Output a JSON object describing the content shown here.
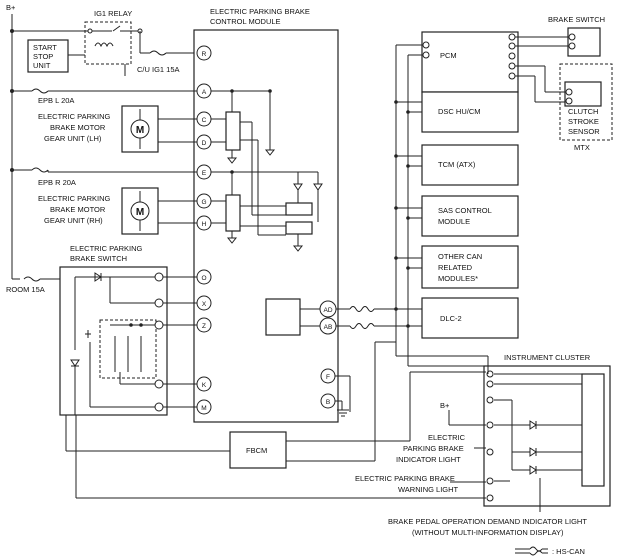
{
  "supply": {
    "bplus_top": "B+",
    "bplus_cluster": "B+"
  },
  "ig1_relay": {
    "title": "IG1 RELAY"
  },
  "start_stop_unit": {
    "line1": "START",
    "line2": "STOP",
    "line3": "UNIT"
  },
  "fuses": {
    "cu_ig1": "C/U IG1 15A",
    "epb_l": "EPB L 20A",
    "epb_r": "EPB R 20A",
    "room": "ROOM 15A"
  },
  "motor_lh": {
    "line1": "ELECTRIC PARKING",
    "line2": "BRAKE MOTOR",
    "line3": "GEAR UNIT (LH)"
  },
  "motor_rh": {
    "line1": "ELECTRIC PARKING",
    "line2": "BRAKE MOTOR",
    "line3": "GEAR UNIT (RH)"
  },
  "motor_symbol": "M",
  "epb_switch": {
    "line1": "ELECTRIC PARKING",
    "line2": "BRAKE SWITCH"
  },
  "module": {
    "line1": "ELECTRIC PARKING BRAKE",
    "line2": "CONTROL MODULE"
  },
  "pins": {
    "R": "R",
    "A": "A",
    "C": "C",
    "D": "D",
    "E": "E",
    "G": "G",
    "H": "H",
    "O": "O",
    "X": "X",
    "Z": "Z",
    "K": "K",
    "M": "M",
    "AD": "AD",
    "AB": "AB",
    "F": "F",
    "B": "B"
  },
  "fbcm": "FBCM",
  "pcm": "PCM",
  "dsc": "DSC HU/CM",
  "tcm": "TCM (ATX)",
  "sas": {
    "line1": "SAS CONTROL",
    "line2": "MODULE"
  },
  "other_can": {
    "line1": "OTHER CAN",
    "line2": "RELATED",
    "line3": "MODULES*"
  },
  "dlc": "DLC-2",
  "brake_switch": "BRAKE SWITCH",
  "clutch": {
    "line1": "CLUTCH",
    "line2": "STROKE",
    "line3": "SENSOR",
    "tag": "MTX"
  },
  "cluster": {
    "title": "INSTRUMENT CLUSTER"
  },
  "indicator_light": {
    "line1": "ELECTRIC",
    "line2": "PARKING BRAKE",
    "line3": "INDICATOR LIGHT"
  },
  "warning_light": {
    "line1": "ELECTRIC PARKING BRAKE",
    "line2": "WARNING LIGHT"
  },
  "bpod": {
    "line1": "BRAKE PEDAL OPERATION DEMAND INDICATOR LIGHT",
    "line2": "(WITHOUT MULTI-INFORMATION DISPLAY)"
  },
  "legend": {
    "hs_can": ": HS-CAN"
  }
}
